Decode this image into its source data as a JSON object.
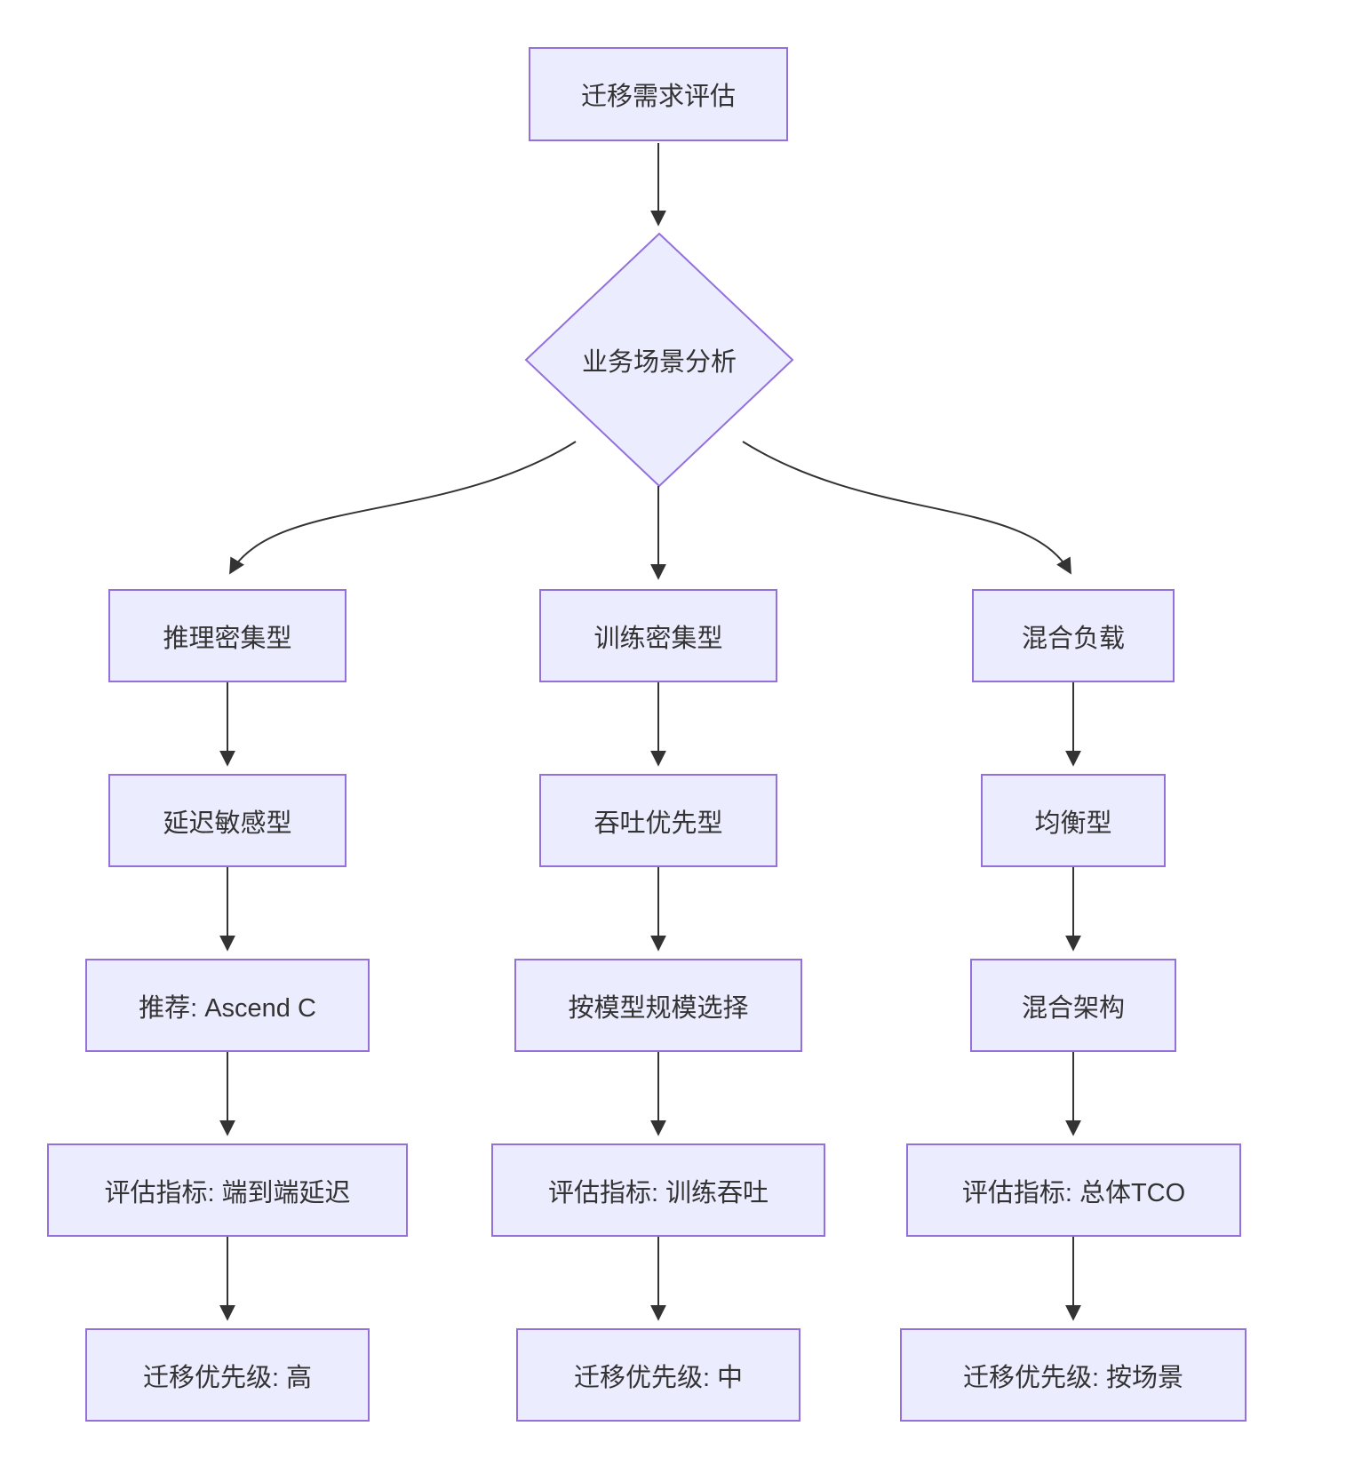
{
  "flowchart": {
    "type": "decision-flow",
    "root_node": "迁移需求评估",
    "decision_node": "业务场景分析",
    "branches": [
      {
        "name": "inference-intensive",
        "steps": [
          "推理密集型",
          "延迟敏感型",
          "推荐: Ascend C",
          "评估指标: 端到端延迟",
          "迁移优先级: 高"
        ]
      },
      {
        "name": "training-intensive",
        "steps": [
          "训练密集型",
          "吞吐优先型",
          "按模型规模选择",
          "评估指标: 训练吞吐",
          "迁移优先级: 中"
        ]
      },
      {
        "name": "mixed-workload",
        "steps": [
          "混合负载",
          "均衡型",
          "混合架构",
          "评估指标: 总体TCO",
          "迁移优先级: 按场景"
        ]
      }
    ],
    "colors": {
      "node_fill": "#ECECFF",
      "node_border": "#9370DB",
      "edge": "#333333",
      "text": "#333333",
      "background": "#ffffff"
    }
  }
}
